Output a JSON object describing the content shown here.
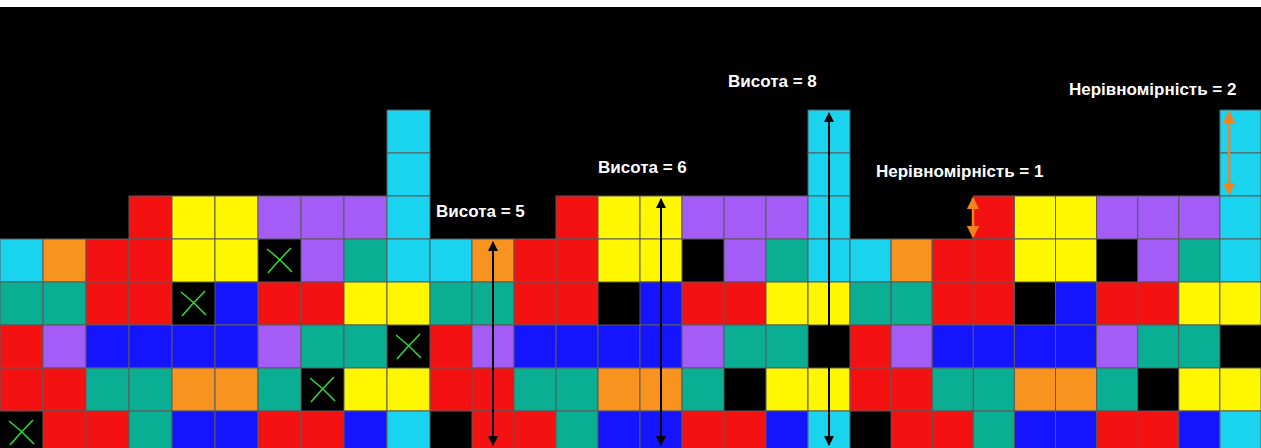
{
  "diagram": {
    "labels": [
      "Висота = 5",
      "Висота = 6",
      "Висота = 8",
      "Нерівномірність = 1",
      "Нерівномірність = 2"
    ]
  }
}
